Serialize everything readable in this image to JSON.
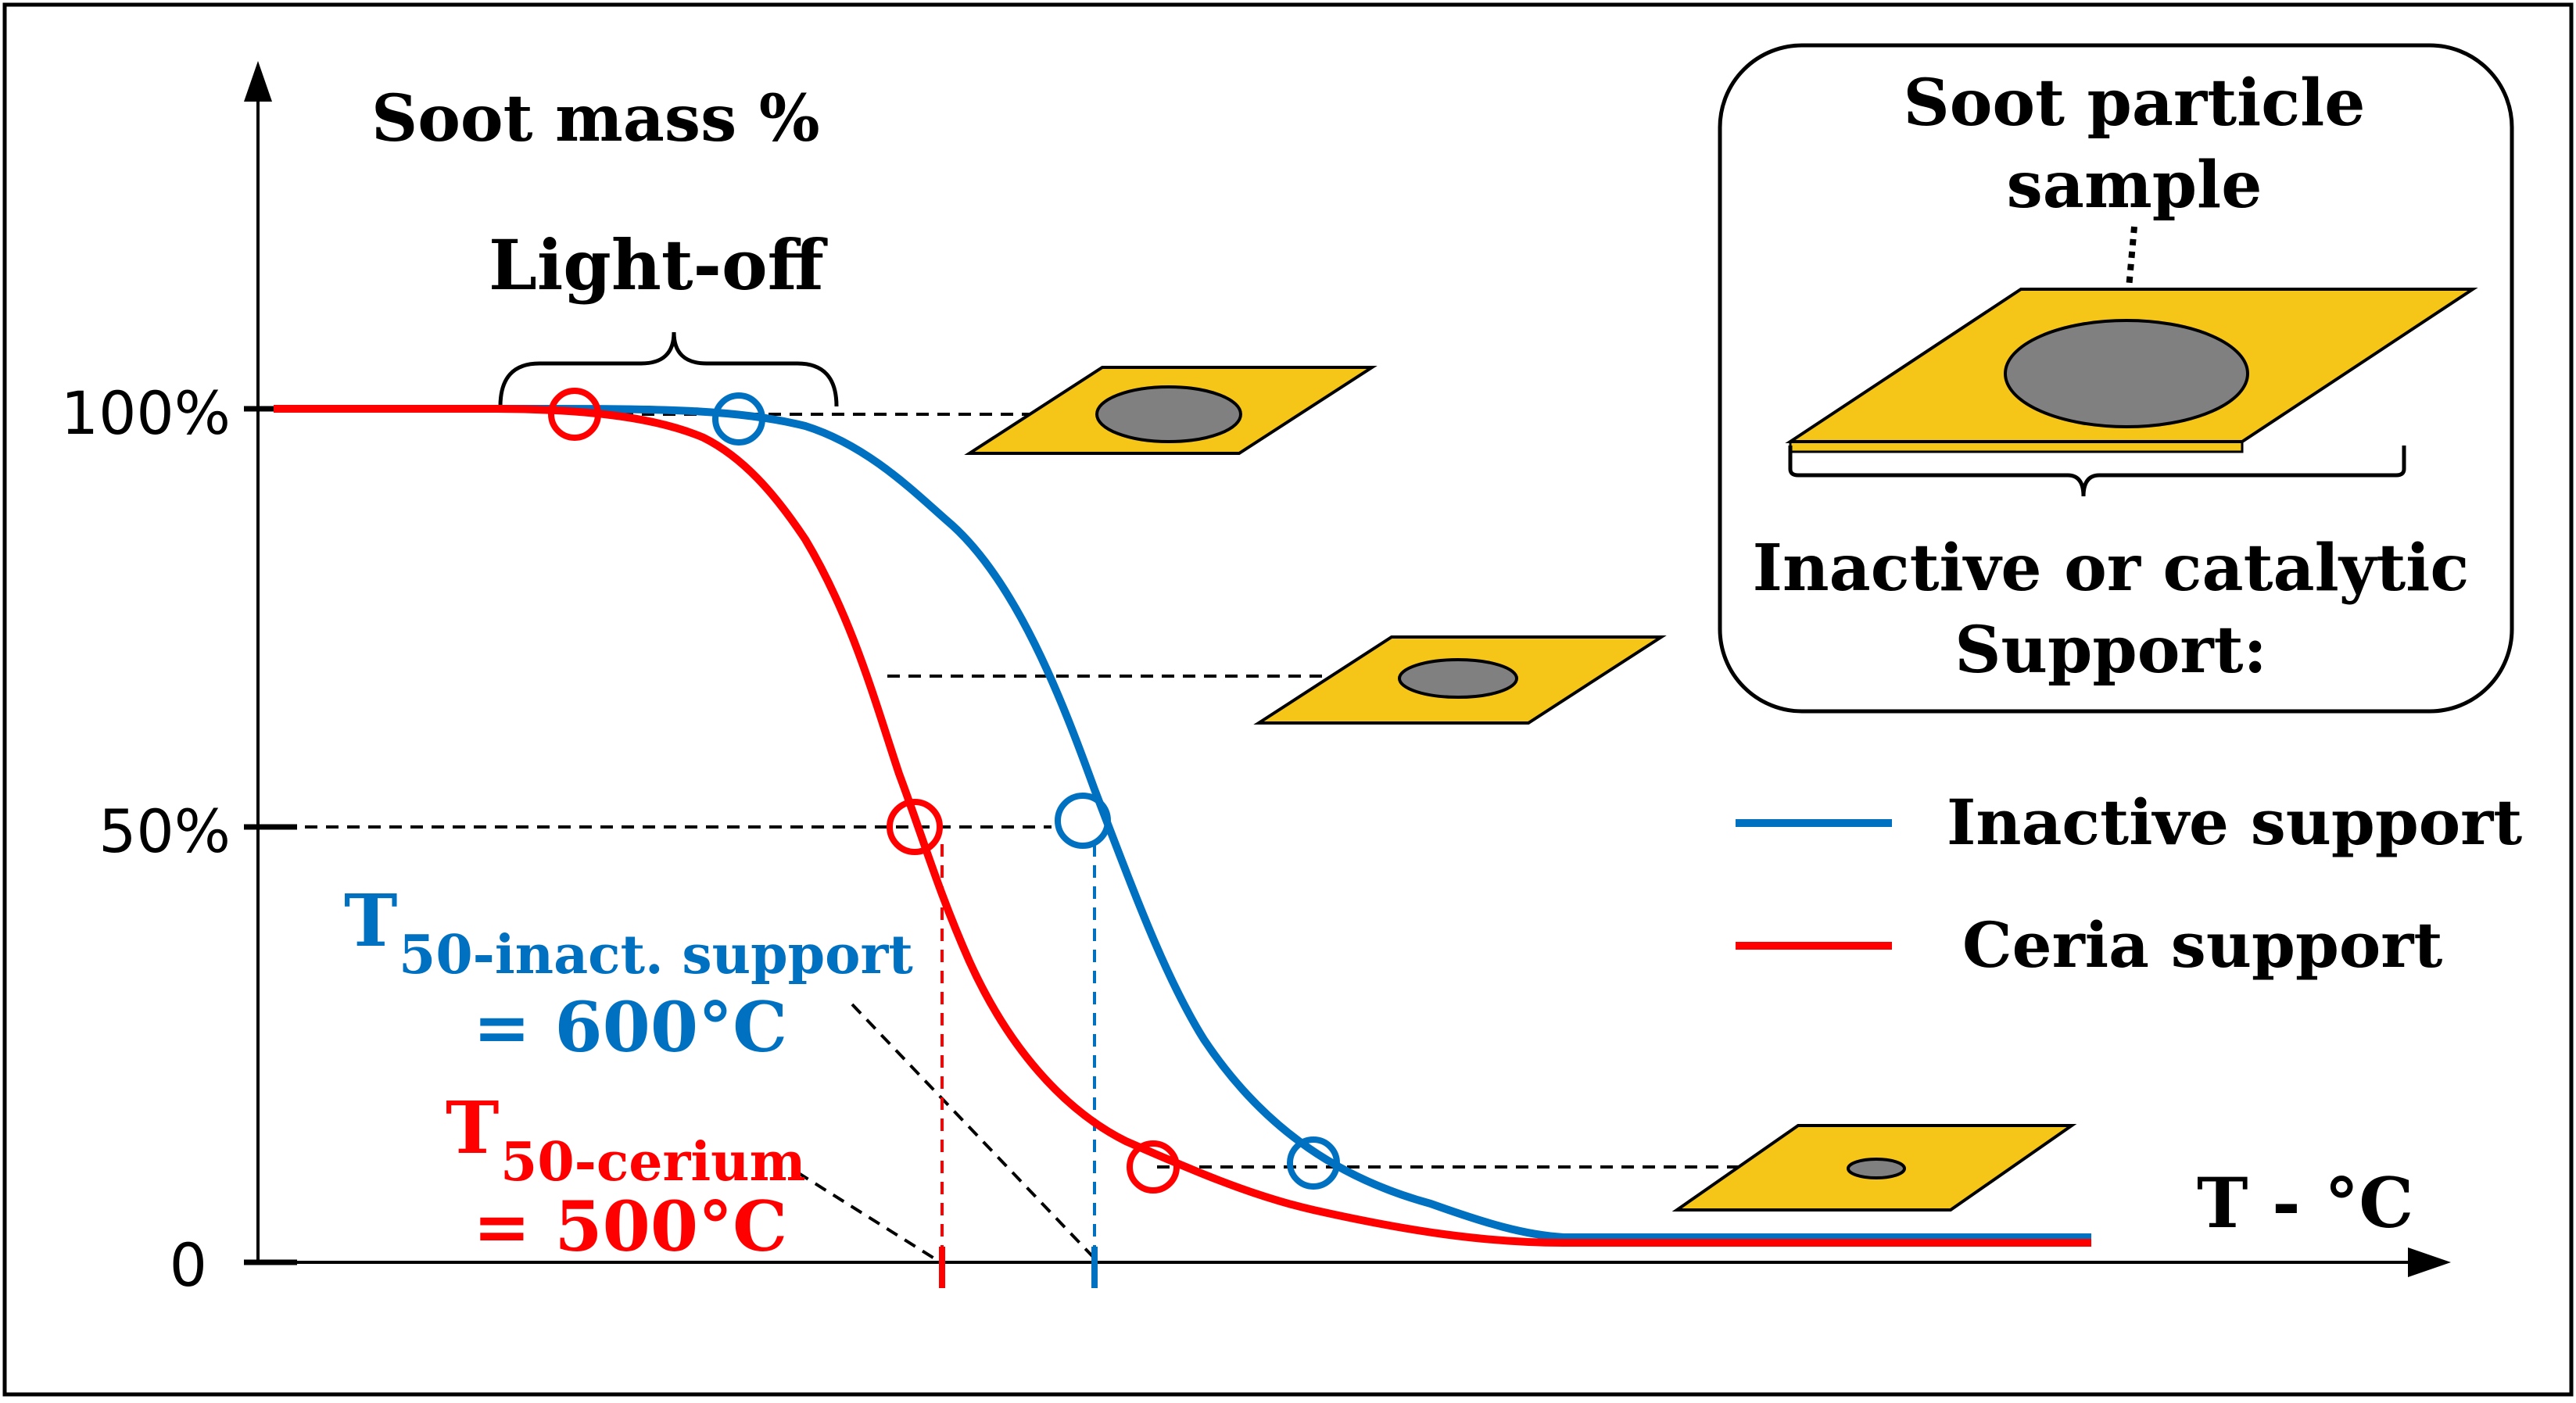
{
  "diagram": {
    "y_axis_label": "Soot mass %",
    "x_axis_label": "T - °C",
    "y_ticks": [
      "100%",
      "50%",
      "0"
    ],
    "light_off_label": "Light-off",
    "inset": {
      "title_line1": "Soot particle",
      "title_line2": "sample",
      "caption_line1": "Inactive or catalytic",
      "caption_line2": "Support:"
    },
    "legend": [
      {
        "label": "Inactive support",
        "color": "#0070c0"
      },
      {
        "label": "Ceria support",
        "color": "#ff0000"
      }
    ],
    "annotations": {
      "t50_inactive_main": "T",
      "t50_inactive_sub": "50-inact. support",
      "t50_inactive_value": "= 600°C",
      "t50_ceria_main": "T",
      "t50_ceria_sub": "50-cerium",
      "t50_ceria_value": "= 500°C"
    },
    "colors": {
      "inactive": "#0070c0",
      "ceria": "#ff0000",
      "support_plate": "#f5c518",
      "soot": "#808080"
    }
  }
}
